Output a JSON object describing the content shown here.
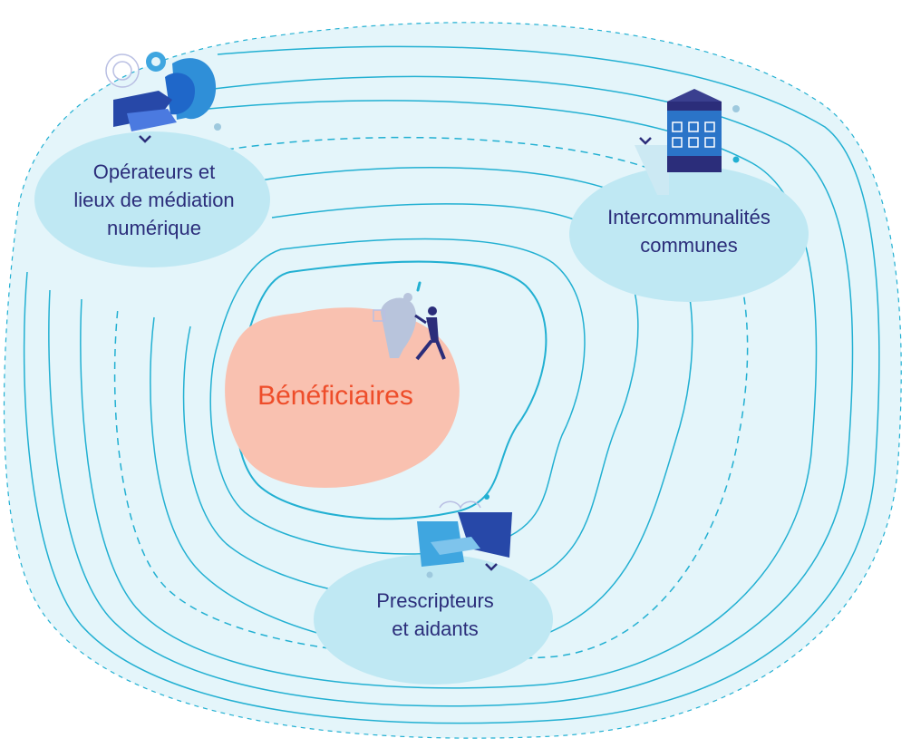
{
  "center": {
    "label": "Bénéficiaires"
  },
  "nodes": {
    "operateurs": {
      "label": "Opérateurs et\nlieux de médiation\nnumérique"
    },
    "intercommunalites": {
      "label": "Intercommunalités\ncommunes"
    },
    "prescripteurs": {
      "label": "Prescripteurs\net aidants"
    }
  },
  "icons": {
    "operateurs": "hands-gears-head-icon",
    "intercommunalites": "building-icon",
    "center": "person-helping-icon",
    "prescripteurs": "handshake-icon"
  },
  "colors": {
    "outer_fill": "#e4f5fa",
    "contour": "#22b0d2",
    "node_fill": "#bfe8f3",
    "center_fill": "#f9c1b0",
    "label_text": "#2b2d7a",
    "center_text": "#ee4d2a"
  }
}
